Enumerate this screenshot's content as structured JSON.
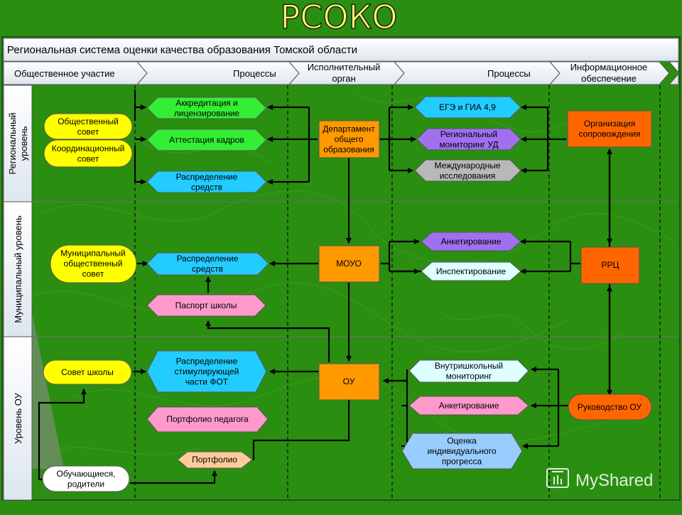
{
  "slide_title": "РСОКО",
  "header": "Региональная система оценки качества образования Томской области",
  "columns": [
    "Общественное участие",
    "Процессы",
    "Исполнительный орган",
    "Процессы",
    "Информационное обеспечение"
  ],
  "levels": [
    "Региональный уровень",
    "Муниципальный уровень",
    "Уровень ОУ"
  ],
  "nodes": {
    "obsh_sovet": "Общественный совет",
    "koord_sovet": "Координационный совет",
    "akkred": "Аккредитация и лицензирование",
    "attest": "Аттестация кадров",
    "raspr_reg": "Распределение средств",
    "departament": "Департамент общего образования",
    "ege": "ЕГЭ и ГИА 4,9",
    "reg_monitor": "Региональный мониторинг УД",
    "mezhd": "Международные исследования",
    "org_sopr": "Организация сопровождения",
    "mun_sovet": "Муниципальный общественный совет",
    "raspr_mun": "Распределение средств",
    "pasport": "Паспорт школы",
    "mouo": "МОУО",
    "anket_mun": "Анкетирование",
    "inspekt": "Инспектирование",
    "rrc": "РРЦ",
    "sovet_shkoly": "Совет школы",
    "raspr_fot": "Распределение стимулирующей части ФОТ",
    "portf_ped": "Портфолио педагога",
    "portfolio": "Портфолио",
    "obuch": "Обучающиеся, родители",
    "ou": "ОУ",
    "vnutr": "Внутришкольный мониторинг",
    "anket_ou": "Анкетирование",
    "ocenka": "Оценка индивидуального прогресса",
    "rukov": "Руководство ОУ"
  },
  "watermark": "MyShared",
  "colors": {
    "background": "#2a8f10",
    "yellow": "#ffff00",
    "white": "#ffffff",
    "green": "#33ee33",
    "cyan": "#22ccff",
    "purple": "#a070f0",
    "gray": "#b8b8b8",
    "pink": "#ff99cc",
    "lightcyan": "#ddffff",
    "lightblue": "#99ccff",
    "peach": "#ffcc99",
    "orange": "#ff9900",
    "darkorange": "#ff6600"
  }
}
